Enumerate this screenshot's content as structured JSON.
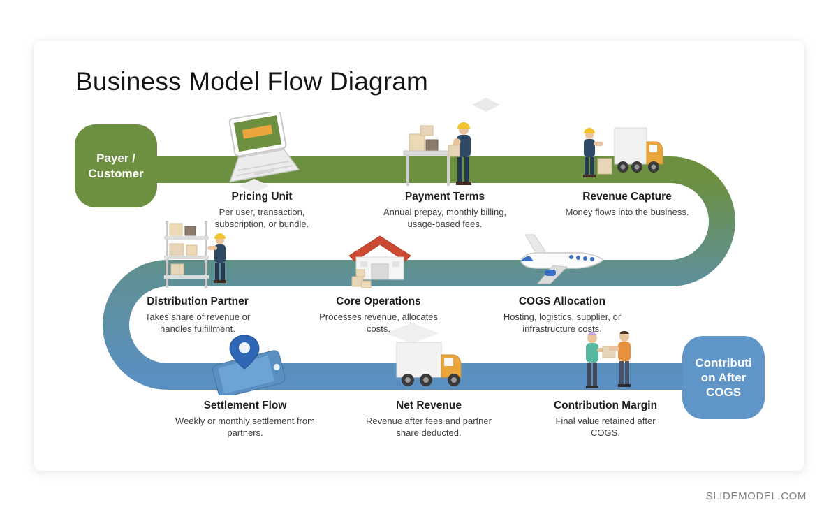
{
  "slide": {
    "title": "Business Model Flow Diagram",
    "footer": "SLIDEMODEL.COM",
    "start_terminal": {
      "label": "Payer / Customer",
      "lines": [
        "Payer /",
        "Customer"
      ]
    },
    "end_terminal": {
      "label": "Contribution After COGS",
      "lines": [
        "Contributi",
        "on After",
        "COGS"
      ]
    }
  },
  "colors": {
    "flow_green": "#6d9040",
    "flow_teal": "#5f9094",
    "flow_blue": "#5a8fc2",
    "accent_orange": "#eaa63c",
    "box_tan": "#e6d5b8",
    "title_text": "#141414",
    "body_text": "#3f3f3f"
  },
  "stages": [
    {
      "title": "Pricing Unit",
      "desc": "Per user, transaction, subscription, or bundle.",
      "icon": "laptop-icon"
    },
    {
      "title": "Payment Terms",
      "desc": "Annual prepay, monthly billing, usage-based fees.",
      "icon": "packing-table-icon"
    },
    {
      "title": "Revenue Capture",
      "desc": "Money flows into the business.",
      "icon": "truck-loading-icon"
    },
    {
      "title": "Distribution Partner",
      "desc": "Takes share of revenue or handles fulfillment.",
      "icon": "shelf-rack-icon"
    },
    {
      "title": "Core Operations",
      "desc": "Processes revenue, allocates costs.",
      "icon": "warehouse-icon"
    },
    {
      "title": "COGS Allocation",
      "desc": "Hosting, logistics, supplier, or infrastructure costs.",
      "icon": "airplane-icon"
    },
    {
      "title": "Settlement Flow",
      "desc": "Weekly or monthly settlement from partners.",
      "icon": "phone-pin-icon"
    },
    {
      "title": "Net Revenue",
      "desc": "Revenue after fees and partner share deducted.",
      "icon": "delivery-truck-icon"
    },
    {
      "title": "Contribution Margin",
      "desc": "Final value retained after COGS.",
      "icon": "handoff-icon"
    }
  ]
}
